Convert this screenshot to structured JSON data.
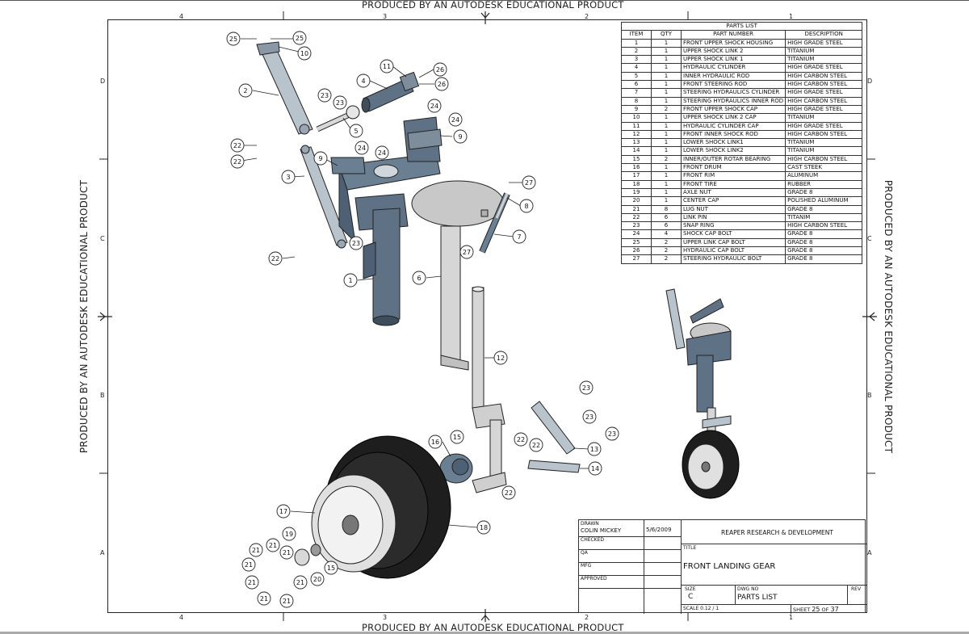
{
  "watermark": {
    "top": "PRODUCED BY AN AUTODESK EDUCATIONAL PRODUCT",
    "bottom": "PRODUCED BY AN AUTODESK EDUCATIONAL PRODUCT",
    "left": "PRODUCED BY AN AUTODESK EDUCATIONAL PRODUCT",
    "right": "PRODUCED BY AN AUTODESK EDUCATIONAL PRODUCT"
  },
  "zones": {
    "columns": [
      "4",
      "3",
      "2",
      "1"
    ],
    "rows": [
      "D",
      "C",
      "B",
      "A"
    ]
  },
  "parts_list": {
    "title": "PARTS LIST",
    "headers": [
      "ITEM",
      "QTY",
      "PART NUMBER",
      "DESCRIPTION"
    ],
    "rows": [
      [
        "1",
        "1",
        "FRONT UPPER SHOCK HOUSING",
        "HIGH GRADE STEEL"
      ],
      [
        "2",
        "1",
        "UPPER SHOCK LINK 2",
        "TITANIUM"
      ],
      [
        "3",
        "1",
        "UPPER SHOCK LINK 1",
        "TITANIUM"
      ],
      [
        "4",
        "1",
        "HYDRAULIC CYLINDER",
        "HIGH GRADE STEEL"
      ],
      [
        "5",
        "1",
        "INNER HYDRAULIC ROD",
        "HIGH CARBON STEEL"
      ],
      [
        "6",
        "1",
        "FRONT STEERING ROD",
        "HIGH CARBON STEEL"
      ],
      [
        "7",
        "1",
        "STEERING HYDRAULICS CYLINDER",
        "HIGH GRADE STEEL"
      ],
      [
        "8",
        "1",
        "STEERING HYDRAULICS INNER ROD",
        "HIGH CARBON STEEL"
      ],
      [
        "9",
        "2",
        "FRONT UPPER SHOCK CAP",
        "HIGH GRADE STEEL"
      ],
      [
        "10",
        "1",
        "UPPER SHOCK LINK 2 CAP",
        "TITANIUM"
      ],
      [
        "11",
        "1",
        "HYDRAULIC CYLINDER CAP",
        "HIGH GRADE STEEL"
      ],
      [
        "12",
        "1",
        "FRONT INNER SHOCK ROD",
        "HIGH CARBON STEEL"
      ],
      [
        "13",
        "1",
        "LOWER SHOCK LINK1",
        "TITANIUM"
      ],
      [
        "14",
        "1",
        "LOWER SHOCK LINK2",
        "TITANIUM"
      ],
      [
        "15",
        "2",
        "INNER/OUTER ROTAR BEARING",
        "HIGH CARBON STEEL"
      ],
      [
        "16",
        "1",
        "FRONT DRUM",
        "CAST STEEK"
      ],
      [
        "17",
        "1",
        "FRONT RIM",
        "ALUMINUM"
      ],
      [
        "18",
        "1",
        "FRONT TIRE",
        "RUBBER"
      ],
      [
        "19",
        "1",
        "AXLE NUT",
        "GRADE 8"
      ],
      [
        "20",
        "1",
        "CENTER CAP",
        "POLISHED ALUMINUM"
      ],
      [
        "21",
        "8",
        "LUG NUT",
        "GRADE 8"
      ],
      [
        "22",
        "6",
        "LINK PIN",
        "TITANIM"
      ],
      [
        "23",
        "6",
        "SNAP RING",
        "HIGH CARBON STEEL"
      ],
      [
        "24",
        "4",
        "SHOCK CAP BOLT",
        "GRADE 8"
      ],
      [
        "25",
        "2",
        "UPPER LINK CAP BOLT",
        "GRADE 8"
      ],
      [
        "26",
        "2",
        "HYDRAULIC CAP BOLT",
        "GRADE 8"
      ],
      [
        "27",
        "2",
        "STEERING HYDRAULIC BOLT",
        "GRADE 8"
      ]
    ]
  },
  "title_block": {
    "drawn_label": "DRAWN",
    "drawn_by": "COLIN MICKEY",
    "drawn_date": "5/6/2009",
    "checked_label": "CHECKED",
    "qa_label": "QA",
    "mfg_label": "MFG",
    "approved_label": "APPROVED",
    "company": "REAPER RESEARCH & DEVELOPMENT",
    "title_label": "TITLE",
    "title": "FRONT LANDING GEAR",
    "size_label": "SIZE",
    "size": "C",
    "dwg_no_label": "DWG NO",
    "dwg_no": "PARTS LIST",
    "rev_label": "REV",
    "scale": "SCALE 0.12 / 1",
    "sheet_label": "SHEET",
    "sheet_num": "25",
    "sheet_of": "OF",
    "sheet_total": "37"
  },
  "callouts": [
    "25",
    "25",
    "10",
    "2",
    "11",
    "26",
    "26",
    "4",
    "23",
    "23",
    "5",
    "24",
    "24",
    "9",
    "22",
    "22",
    "3",
    "9",
    "24",
    "24",
    "27",
    "8",
    "23",
    "7",
    "27",
    "22",
    "1",
    "6",
    "12",
    "23",
    "23",
    "23",
    "16",
    "15",
    "22",
    "22",
    "13",
    "14",
    "22",
    "17",
    "18",
    "19",
    "21",
    "21",
    "21",
    "21",
    "20",
    "15",
    "21",
    "21",
    "21",
    "21"
  ],
  "colors": {
    "steel": "#5f7285",
    "steel_dark": "#3e4d5c",
    "chrome": "#d8d8d8",
    "tire": "#1e1e1e",
    "line": "#222222"
  }
}
